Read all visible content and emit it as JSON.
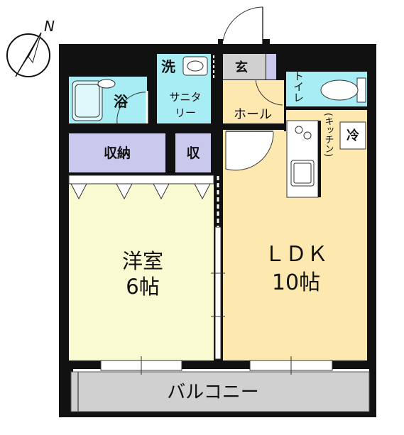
{
  "compass": {
    "label": "N"
  },
  "rooms": {
    "bath": "浴",
    "wash": "洗",
    "sanitary_line1": "サニタ",
    "sanitary_line2": "リー",
    "entrance": "玄",
    "toilet": "トイレ",
    "hall": "ホール",
    "closet": "収納",
    "closet_small": "収",
    "fridge": "冷",
    "kitchen": "(キッチン)",
    "western_name": "洋室",
    "western_size": "6帖",
    "ldk_name": "ＬＤＫ",
    "ldk_size": "10帖",
    "balcony": "バルコニー"
  },
  "colors": {
    "wall": "#111111",
    "western_floor": "#fafad2",
    "ldk_floor": "#fde9b0",
    "wet_area": "#a8ecf4",
    "storage": "#c9c9ee",
    "balcony": "#d0d0d0",
    "entrance": "#d0d0d0"
  }
}
